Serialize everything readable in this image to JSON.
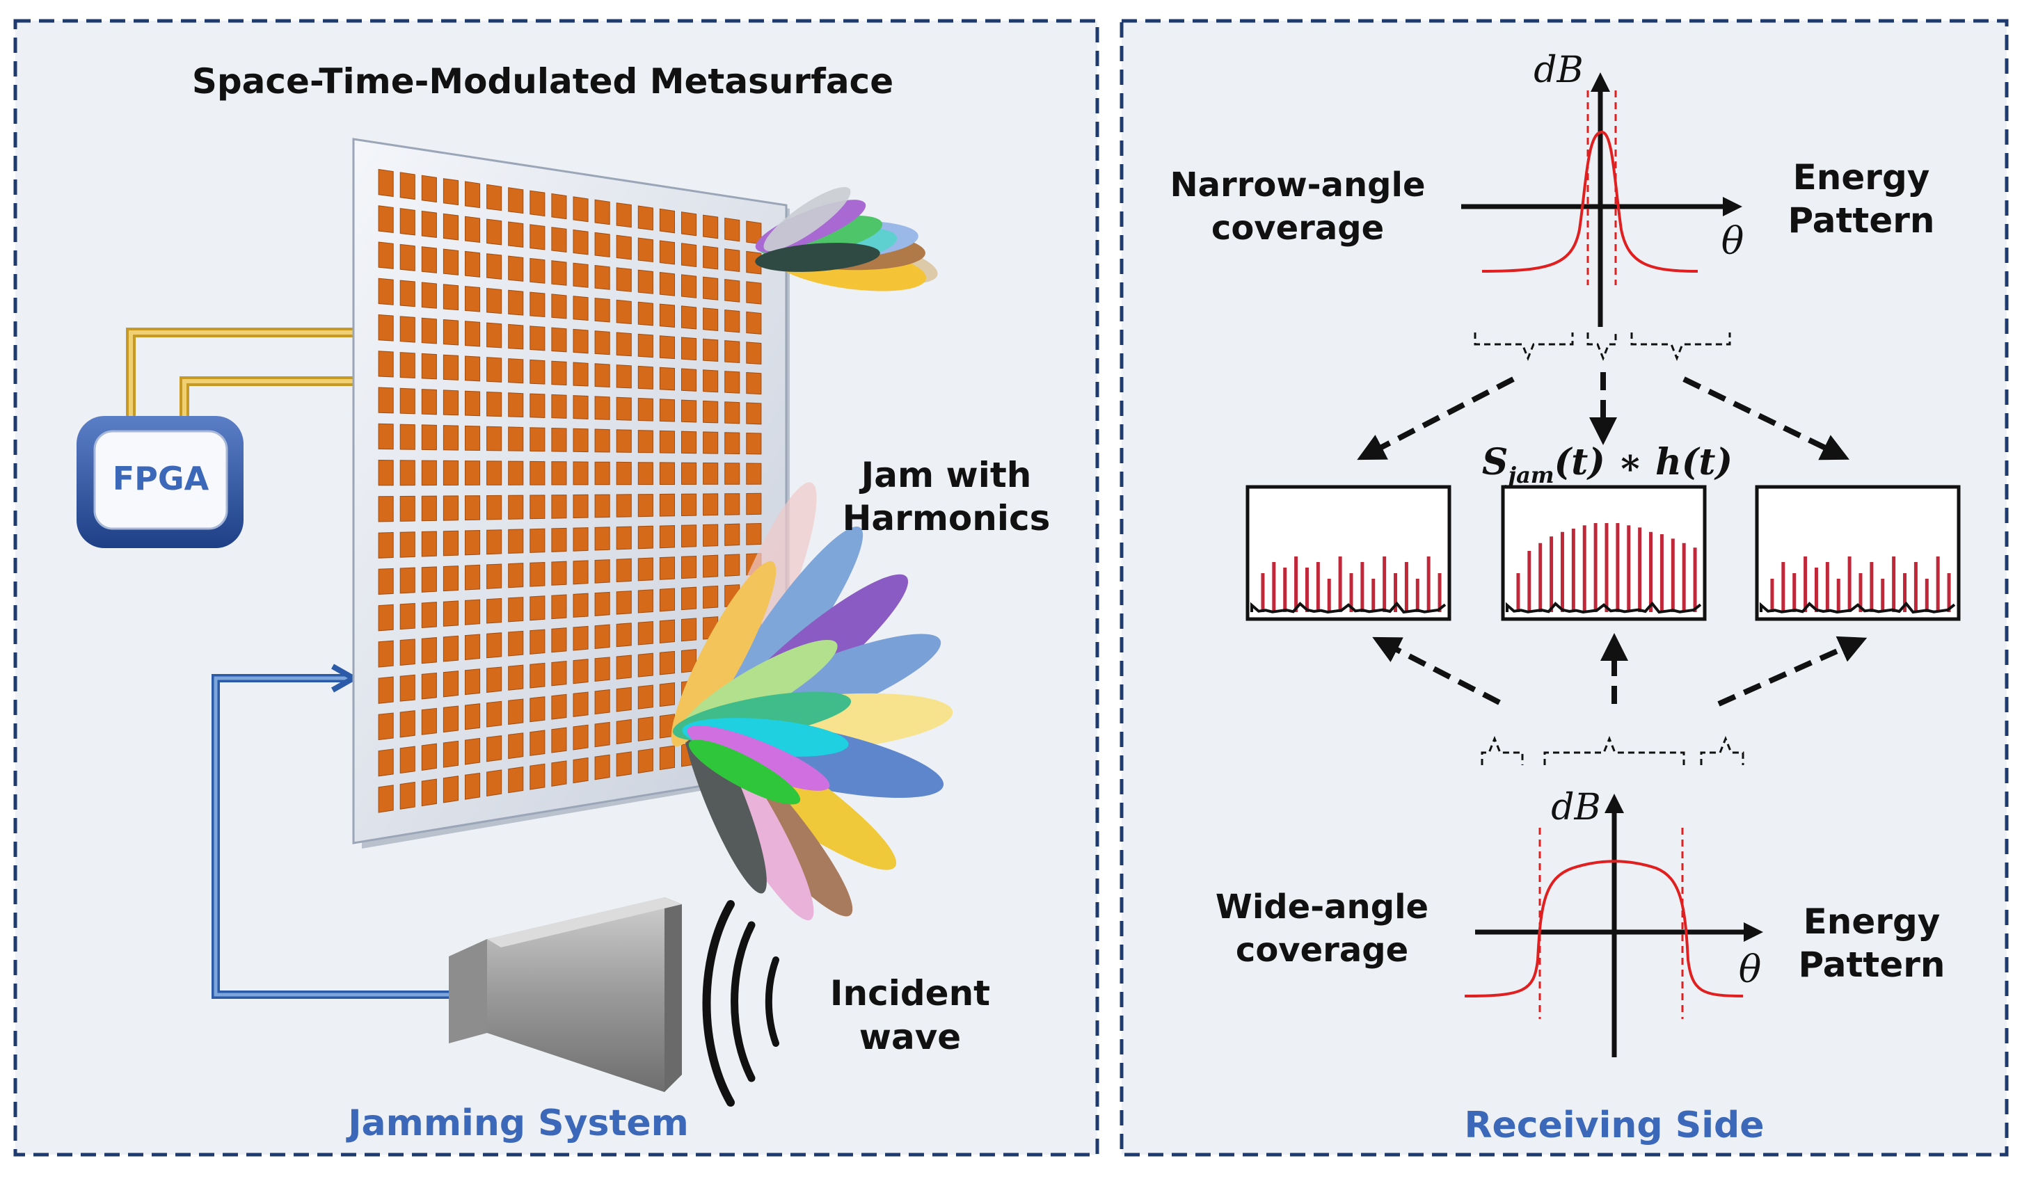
{
  "left_panel": {
    "title": "Space-Time-Modulated Metasurface",
    "fpga_label": "FPGA",
    "jam_label_line1": "Jam with",
    "jam_label_line2": "Harmonics",
    "incident_label_line1": "Incident",
    "incident_label_line2": "wave",
    "footer": "Jamming System"
  },
  "right_panel": {
    "narrow_label_line1": "Narrow-angle",
    "narrow_label_line2": "coverage",
    "wide_label_line1": "Wide-angle",
    "wide_label_line1_value": "Wide-angle",
    "wide_label_line2": "coverage",
    "energy_label_line1": "Energy",
    "energy_label_line2": "Pattern",
    "axis_y": "dB",
    "axis_x": "θ",
    "formula_s": "S",
    "formula_sub": "jam",
    "formula_rest": "(t) ∗ h(t)",
    "footer": "Receiving Side"
  },
  "spectra": {
    "left": [
      0.35,
      0.45,
      0.4,
      0.5,
      0.4,
      0.45,
      0.3,
      0.5,
      0.35,
      0.45,
      0.3,
      0.5,
      0.35,
      0.45,
      0.3,
      0.5,
      0.35
    ],
    "center": [
      0.35,
      0.55,
      0.62,
      0.68,
      0.72,
      0.75,
      0.78,
      0.8,
      0.8,
      0.8,
      0.78,
      0.76,
      0.72,
      0.7,
      0.66,
      0.62,
      0.58
    ],
    "right": [
      0.3,
      0.45,
      0.35,
      0.5,
      0.4,
      0.45,
      0.3,
      0.5,
      0.35,
      0.45,
      0.3,
      0.5,
      0.35,
      0.45,
      0.3,
      0.5,
      0.35
    ]
  },
  "colors": {
    "border": "#1f3b6e",
    "panel_bg": "#edf0f4",
    "accent_blue": "#3b68b8",
    "tile": "#d46a1a",
    "curve_red": "#e02020",
    "bar_red": "#c0283a"
  }
}
